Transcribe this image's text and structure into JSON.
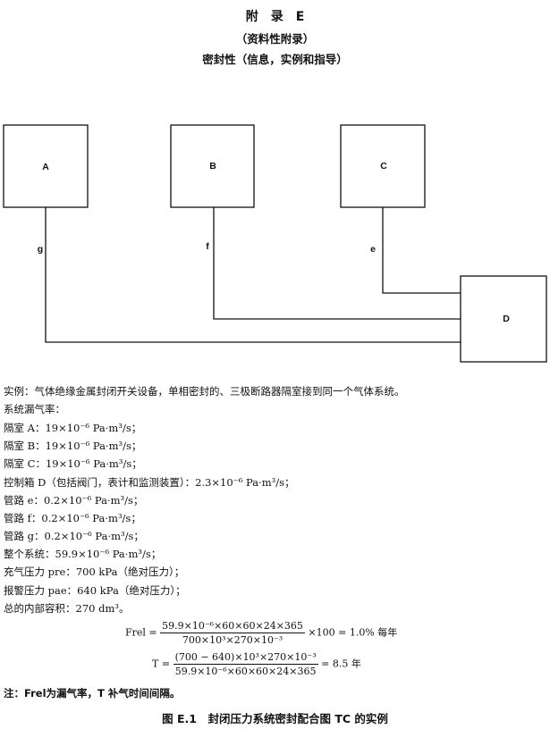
{
  "header": {
    "title": "附　录　E",
    "subtitle": "（资料性附录）",
    "heading": "密封性（信息，实例和指导）"
  },
  "diagram": {
    "boxes": [
      "A",
      "B",
      "C",
      "D"
    ],
    "pipes": [
      "g",
      "f",
      "e"
    ]
  },
  "body_lines": [
    "实例：气体绝缘金属封闭开关设备，单相密封的、三极断路器隔室接到同一个气体系统。",
    "系统漏气率：",
    "隔室 A：19×10⁻⁶ Pa·m³/s；",
    "隔室 B：19×10⁻⁶ Pa·m³/s；",
    "隔室 C：19×10⁻⁶ Pa·m³/s；",
    "控制箱 D（包括阀门，表计和监测装置）：2.3×10⁻⁶ Pa·m³/s；",
    "管路 e：0.2×10⁻⁶ Pa·m³/s；",
    "管路 f：0.2×10⁻⁶ Pa·m³/s；",
    "管路 g：0.2×10⁻⁶ Pa·m³/s；",
    "整个系统：59.9×10⁻⁶ Pa·m³/s；",
    "充气压力 pre：700 kPa（绝对压力）；",
    "报警压力 pae：640 kPa（绝对压力）；",
    "总的内部容积：270 dm³。"
  ],
  "formulas": {
    "f1_lhs": "Frel =",
    "f1_num": "59.9×10⁻⁶×60×60×24×365",
    "f1_den": "700×10³×270×10⁻³",
    "f1_rhs": "×100 = 1.0% 每年",
    "f2_lhs": "T =",
    "f2_num": "(700 − 640)×10³×270×10⁻³",
    "f2_den": "59.9×10⁻⁶×60×60×24×365",
    "f2_rhs": "= 8.5 年"
  },
  "note": "注：Frel为漏气率，T 补气时间间隔。",
  "caption": "图 E.1　封闭压力系统密封配合图 TC 的实例"
}
